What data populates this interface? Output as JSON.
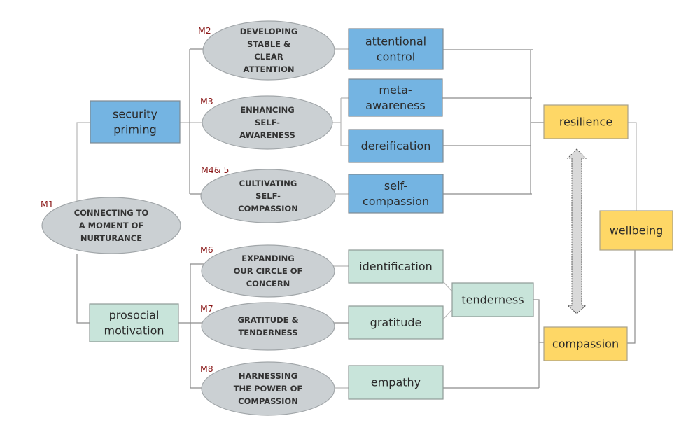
{
  "diagram": {
    "modules": [
      {
        "id": "M1",
        "label": "M1",
        "lines": [
          "CONNECTING TO",
          "A MOMENT OF",
          "NURTURANCE"
        ]
      },
      {
        "id": "M2",
        "label": "M2",
        "lines": [
          "DEVELOPING",
          "STABLE &",
          "CLEAR",
          "ATTENTION"
        ]
      },
      {
        "id": "M3",
        "label": "M3",
        "lines": [
          "ENHANCING",
          "SELF-",
          "AWARENESS"
        ]
      },
      {
        "id": "M45",
        "label": "M4& 5",
        "lines": [
          "CULTIVATING",
          "SELF-",
          "COMPASSION"
        ]
      },
      {
        "id": "M6",
        "label": "M6",
        "lines": [
          "EXPANDING",
          "OUR CIRCLE OF",
          "CONCERN"
        ]
      },
      {
        "id": "M7",
        "label": "M7",
        "lines": [
          "GRATITUDE &",
          "TENDERNESS"
        ]
      },
      {
        "id": "M8",
        "label": "M8",
        "lines": [
          "HARNESSING",
          "THE POWER OF",
          "COMPASSION"
        ]
      }
    ],
    "pathways": {
      "security_priming": [
        "security",
        "priming"
      ],
      "prosocial_motivation": [
        "prosocial",
        "motivation"
      ]
    },
    "skills": {
      "attentional_control": [
        "attentional",
        "control"
      ],
      "meta_awareness": [
        "meta-",
        "awareness"
      ],
      "dereification": [
        "dereification"
      ],
      "self_compassion": [
        "self-",
        "compassion"
      ],
      "identification": [
        "identification"
      ],
      "gratitude": [
        "gratitude"
      ],
      "empathy": [
        "empathy"
      ],
      "tenderness": [
        "tenderness"
      ]
    },
    "outcomes": {
      "resilience": [
        "resilience"
      ],
      "compassion": [
        "compassion"
      ],
      "wellbeing": [
        "wellbeing"
      ]
    },
    "colors": {
      "security_boxes": "#74b4e2",
      "prosocial_boxes": "#c8e4da",
      "outcome_boxes": "#fed766",
      "module_ellipses": "#cbd0d3",
      "module_labels": "#8b1a1a"
    },
    "arrow": {
      "type": "bidirectional",
      "between": [
        "resilience",
        "compassion"
      ]
    }
  }
}
